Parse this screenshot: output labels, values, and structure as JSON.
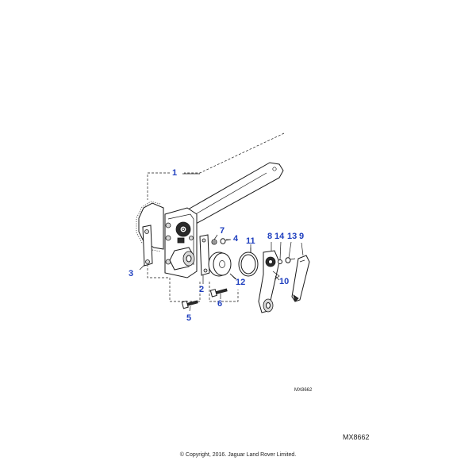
{
  "diagram": {
    "callouts": [
      {
        "id": "1",
        "label": "1"
      },
      {
        "id": "2",
        "label": "2"
      },
      {
        "id": "3",
        "label": "3"
      },
      {
        "id": "4",
        "label": "4"
      },
      {
        "id": "5",
        "label": "5"
      },
      {
        "id": "6",
        "label": "6"
      },
      {
        "id": "7",
        "label": "7"
      },
      {
        "id": "8",
        "label": "8"
      },
      {
        "id": "9",
        "label": "9"
      },
      {
        "id": "10",
        "label": "10"
      },
      {
        "id": "11",
        "label": "11"
      },
      {
        "id": "12",
        "label": "12"
      },
      {
        "id": "13",
        "label": "13"
      },
      {
        "id": "14",
        "label": "14"
      }
    ],
    "ref_code_small": "MX8662",
    "ref_code_large": "MX8662",
    "copyright": "© Copyright, 2016. Jaguar Land Rover Limited.",
    "callout_color": "#1f3fbf"
  }
}
